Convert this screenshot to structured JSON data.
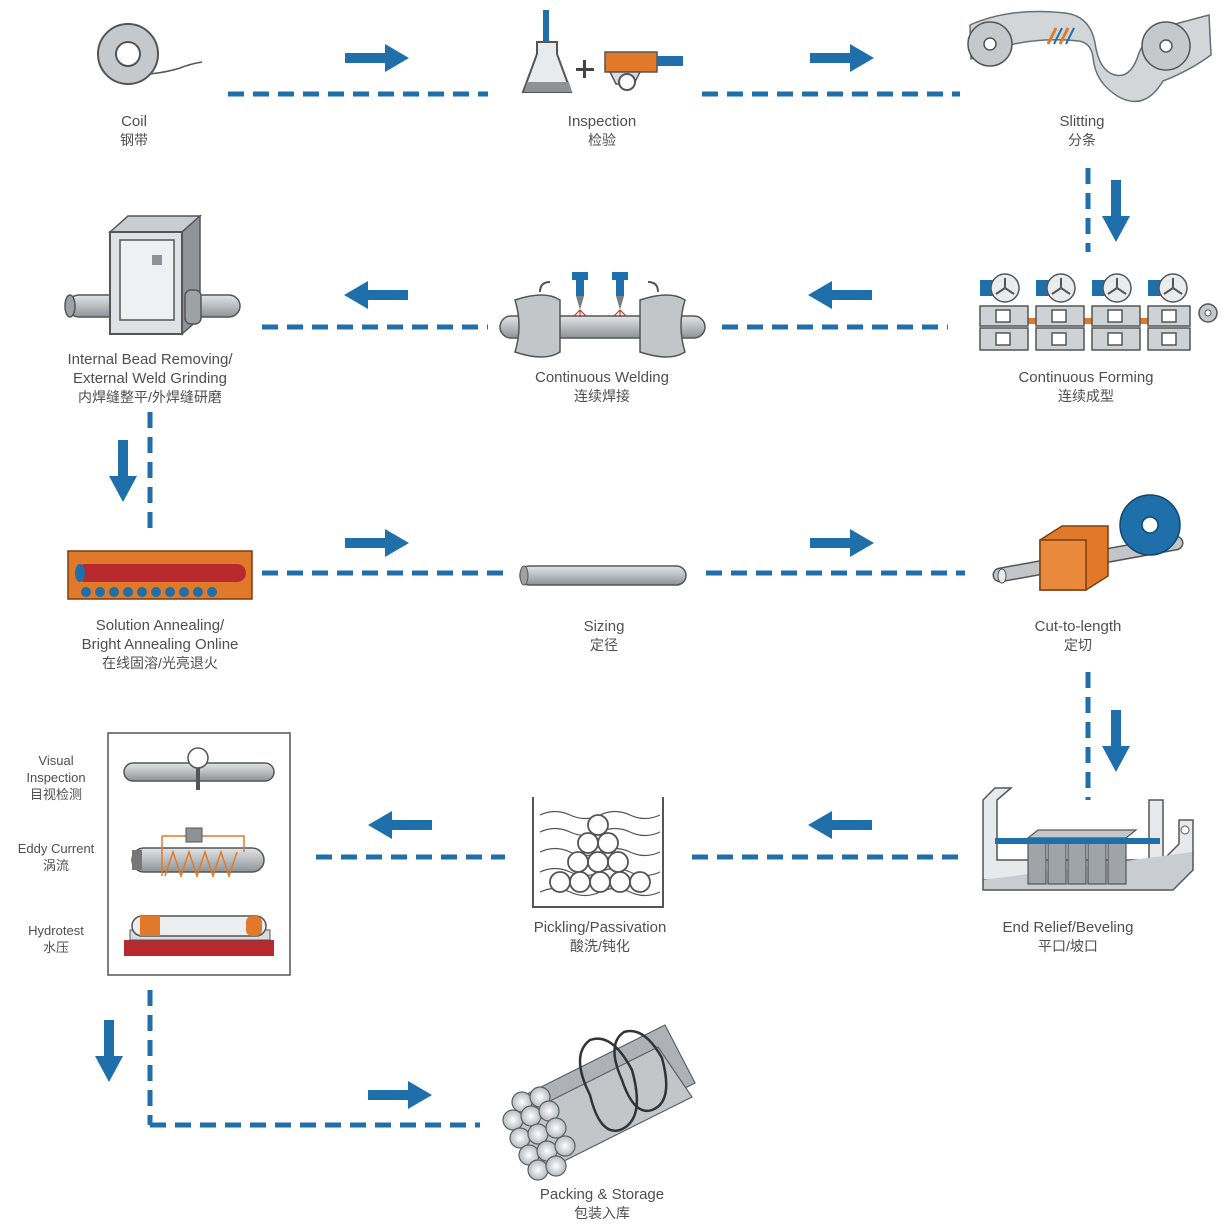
{
  "colors": {
    "flow_blue": "#1f6fab",
    "steel": "#b8bcc0",
    "steel_dark": "#5a5f66",
    "copper": "#e07a2a",
    "heat_red": "#b8292d"
  },
  "steps": {
    "coil": {
      "en": "Coil",
      "zh": "钢带"
    },
    "inspection": {
      "en": "Inspection",
      "zh": "检验"
    },
    "slitting": {
      "en": "Slitting",
      "zh": "分条"
    },
    "bead": {
      "en1": "Internal Bead Removing/",
      "en2": "External Weld Grinding",
      "zh": "内焊缝整平/外焊缝研磨"
    },
    "welding": {
      "en": "Continuous Welding",
      "zh": "连续焊接"
    },
    "forming": {
      "en": "Continuous Forming",
      "zh": "连续成型"
    },
    "annealing": {
      "en1": "Solution Annealing/",
      "en2": "Bright Annealing Online",
      "zh": "在线固溶/光亮退火"
    },
    "sizing": {
      "en": "Sizing",
      "zh": "定径"
    },
    "cut": {
      "en": "Cut-to-length",
      "zh": "定切"
    },
    "pickling": {
      "en": "Pickling/Passivation",
      "zh": "酸洗/钝化"
    },
    "beveling": {
      "en": "End Relief/Beveling",
      "zh": "平口/坡口"
    },
    "packing": {
      "en": "Packing & Storage",
      "zh": "包装入库"
    }
  },
  "tests": {
    "visual": {
      "en1": "Visual",
      "en2": "Inspection",
      "zh": "目视检测"
    },
    "eddy": {
      "en": "Eddy Current",
      "zh": "涡流"
    },
    "hydro": {
      "en": "Hydrotest",
      "zh": "水压"
    }
  },
  "icons": [
    "coil-icon",
    "flask-icon",
    "plus-icon",
    "probe-icon",
    "slitting-icon",
    "bead-removal-icon",
    "welding-icon",
    "forming-mill-icon",
    "annealing-furnace-icon",
    "tube-icon",
    "cutter-icon",
    "pickling-tank-icon",
    "beveling-machine-icon",
    "tube-bundle-icon",
    "arrow-right-icon",
    "arrow-left-icon",
    "arrow-down-icon"
  ]
}
